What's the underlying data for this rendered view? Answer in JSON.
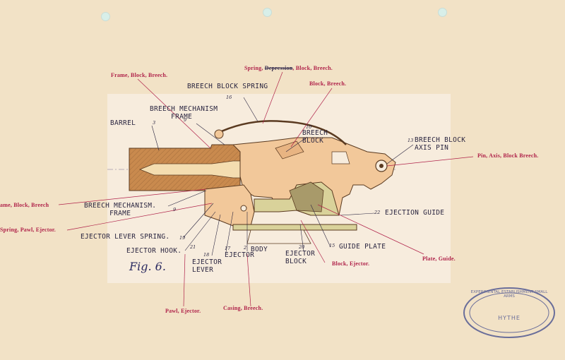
{
  "figure_title": "Fig. 6.",
  "stamp": {
    "line1": "EXPERIMENTAL ESTABLISHMENT SMALL ARMS",
    "line2": "HYTHE"
  },
  "labels": {
    "breech_block_spring": "BREECH BLOCK SPRING",
    "breech_mechanism_frame_top": "BREECH MECHANISM\n     FRAME",
    "barrel": "BARREL",
    "breech_block": "BREECH\nBLOCK",
    "breech_block_axis_pin": "BREECH BLOCK\nAXIS PIN",
    "breech_mechanism_frame_low": "BREECH MECHANISM.\n      FRAME",
    "ejector_lever_spring": "EJECTOR LEVER SPRING.",
    "ejector_hook": "EJECTOR HOOK.",
    "ejector_lever": "EJECTOR\nLEVER",
    "ejector": "EJECTOR",
    "body": "BODY",
    "ejector_block": "EJECTOR\nBLOCK",
    "guide_plate": "GUIDE PLATE",
    "ejection_guide": "EJECTION GUIDE"
  },
  "numbers": {
    "n16": "16",
    "n9_top": "9",
    "n3": "3",
    "n10": "10",
    "n13": "13",
    "n9_low": "9",
    "n19": "19",
    "n21": "21",
    "n18": "18",
    "n17": "17",
    "n2": "2",
    "n20": "20",
    "n15": "15",
    "n22": "22"
  },
  "red_labels": {
    "frame_block_breech_top": "Frame, Block, Breech.",
    "spring_block_breech_struck": "Depression",
    "spring_block_breech_pre": "Spring, ",
    "spring_block_breech_post": ", Block, Breech.",
    "block_breech": "Block, Breech.",
    "pin_axis_block_breech": "Pin, Axis, Block Breech.",
    "frame_block_breech_left": "ame, Block, Breech",
    "spring_pawl_ejector": "Spring, Pawl, Ejector.",
    "plate_guide": "Plate, Guide.",
    "block_ejector": "Block, Ejector.",
    "pawl_ejector": "Pawl, Ejector.",
    "casing_breech": "Casing, Breech."
  },
  "colors": {
    "paper": "#f2e2c6",
    "panel": "#f7ecdd",
    "annotation_red": "#b0234a",
    "body_orange": "#f2c89a",
    "barrel_brown": "#c98a4e",
    "stamp_blue": "#6a6e9a"
  }
}
